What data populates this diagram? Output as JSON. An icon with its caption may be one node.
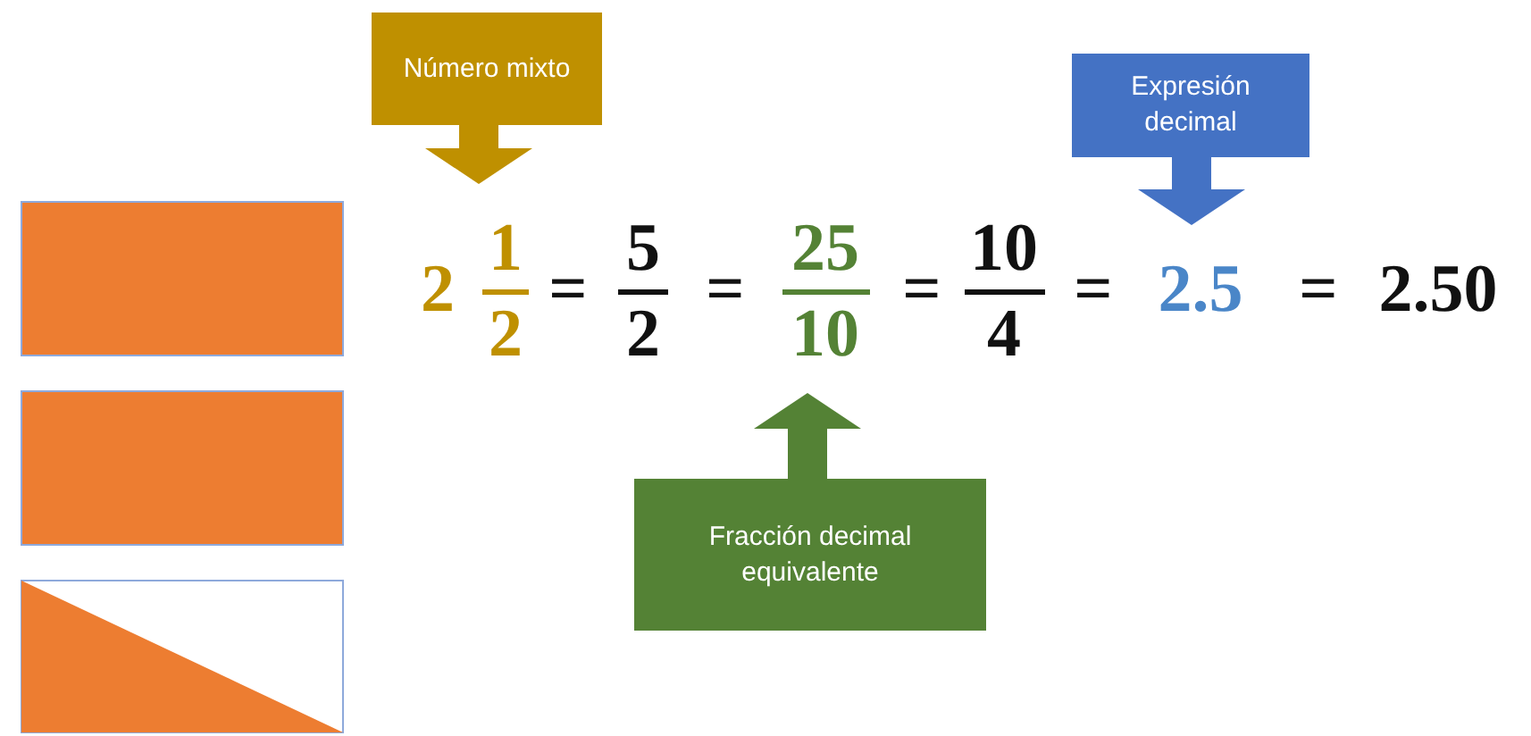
{
  "diagram": {
    "nodes": [
      {
        "text": [
          "Número mixto"
        ]
      },
      {
        "text": [
          "Expresión decimal"
        ]
      },
      {
        "text": [
          "Fracción decimal equivalente"
        ]
      }
    ],
    "edges": [
      {
        "from": 0,
        "to": null,
        "arrow": "to",
        "color": "#bf9000"
      },
      {
        "from": 1,
        "to": null,
        "arrow": "to",
        "color": "#4472c4"
      },
      {
        "from": 2,
        "to": null,
        "arrow": "to",
        "color": "#548235"
      }
    ],
    "labels": [
      "2",
      "1",
      "2",
      "=",
      "5",
      "2",
      "=",
      "25",
      "10",
      "=",
      "10",
      "4",
      "=",
      "2.5",
      "=",
      "2.50"
    ]
  }
}
